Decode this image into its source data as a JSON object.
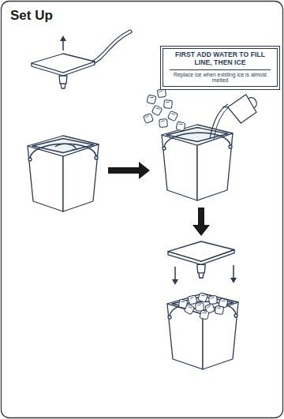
{
  "diagram": {
    "title": "Set Up",
    "nodes": [
      {
        "text": [
          "FIRST ADD WATER TO FILL LINE, THEN ICE",
          "Replace ice when existing ice is almost melted"
        ]
      }
    ]
  }
}
